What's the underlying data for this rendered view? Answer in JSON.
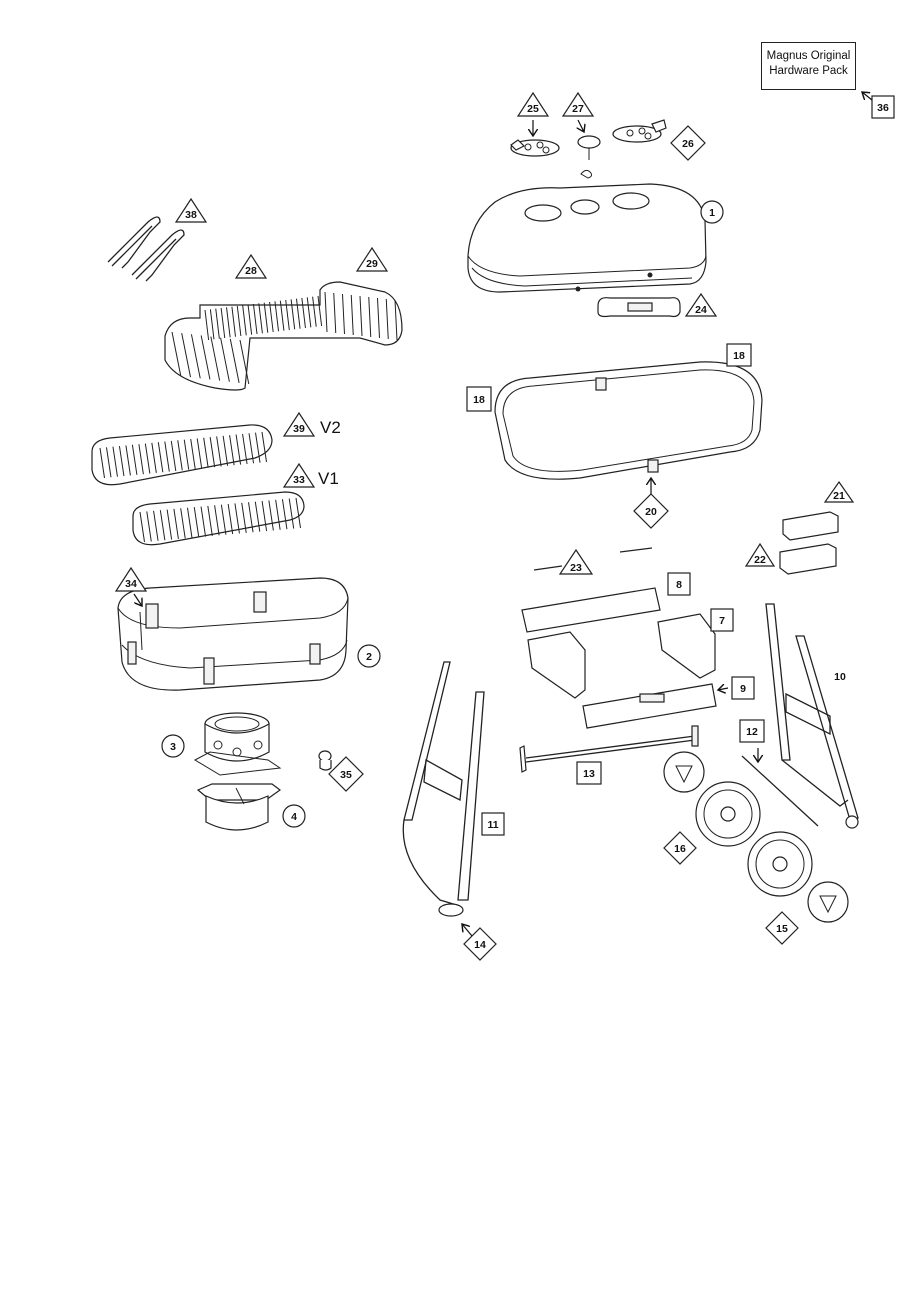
{
  "hardware_pack": {
    "line1": "Magnus Original",
    "line2": "Hardware Pack"
  },
  "variants": {
    "v2": "V2",
    "v1": "V1"
  },
  "callouts": {
    "c1": "1",
    "c2": "2",
    "c3": "3",
    "c4": "4",
    "c7": "7",
    "c8": "8",
    "c9": "9",
    "c10": "10",
    "c11": "11",
    "c12": "12",
    "c13": "13",
    "c14": "14",
    "c15": "15",
    "c16": "16",
    "c18a": "18",
    "c18b": "18",
    "c20": "20",
    "c21": "21",
    "c22": "22",
    "c23": "23",
    "c24": "24",
    "c25": "25",
    "c26": "26",
    "c27": "27",
    "c28": "28",
    "c29": "29",
    "c33": "33",
    "c34": "34",
    "c35": "35",
    "c36": "36",
    "c38": "38",
    "c39": "39"
  }
}
